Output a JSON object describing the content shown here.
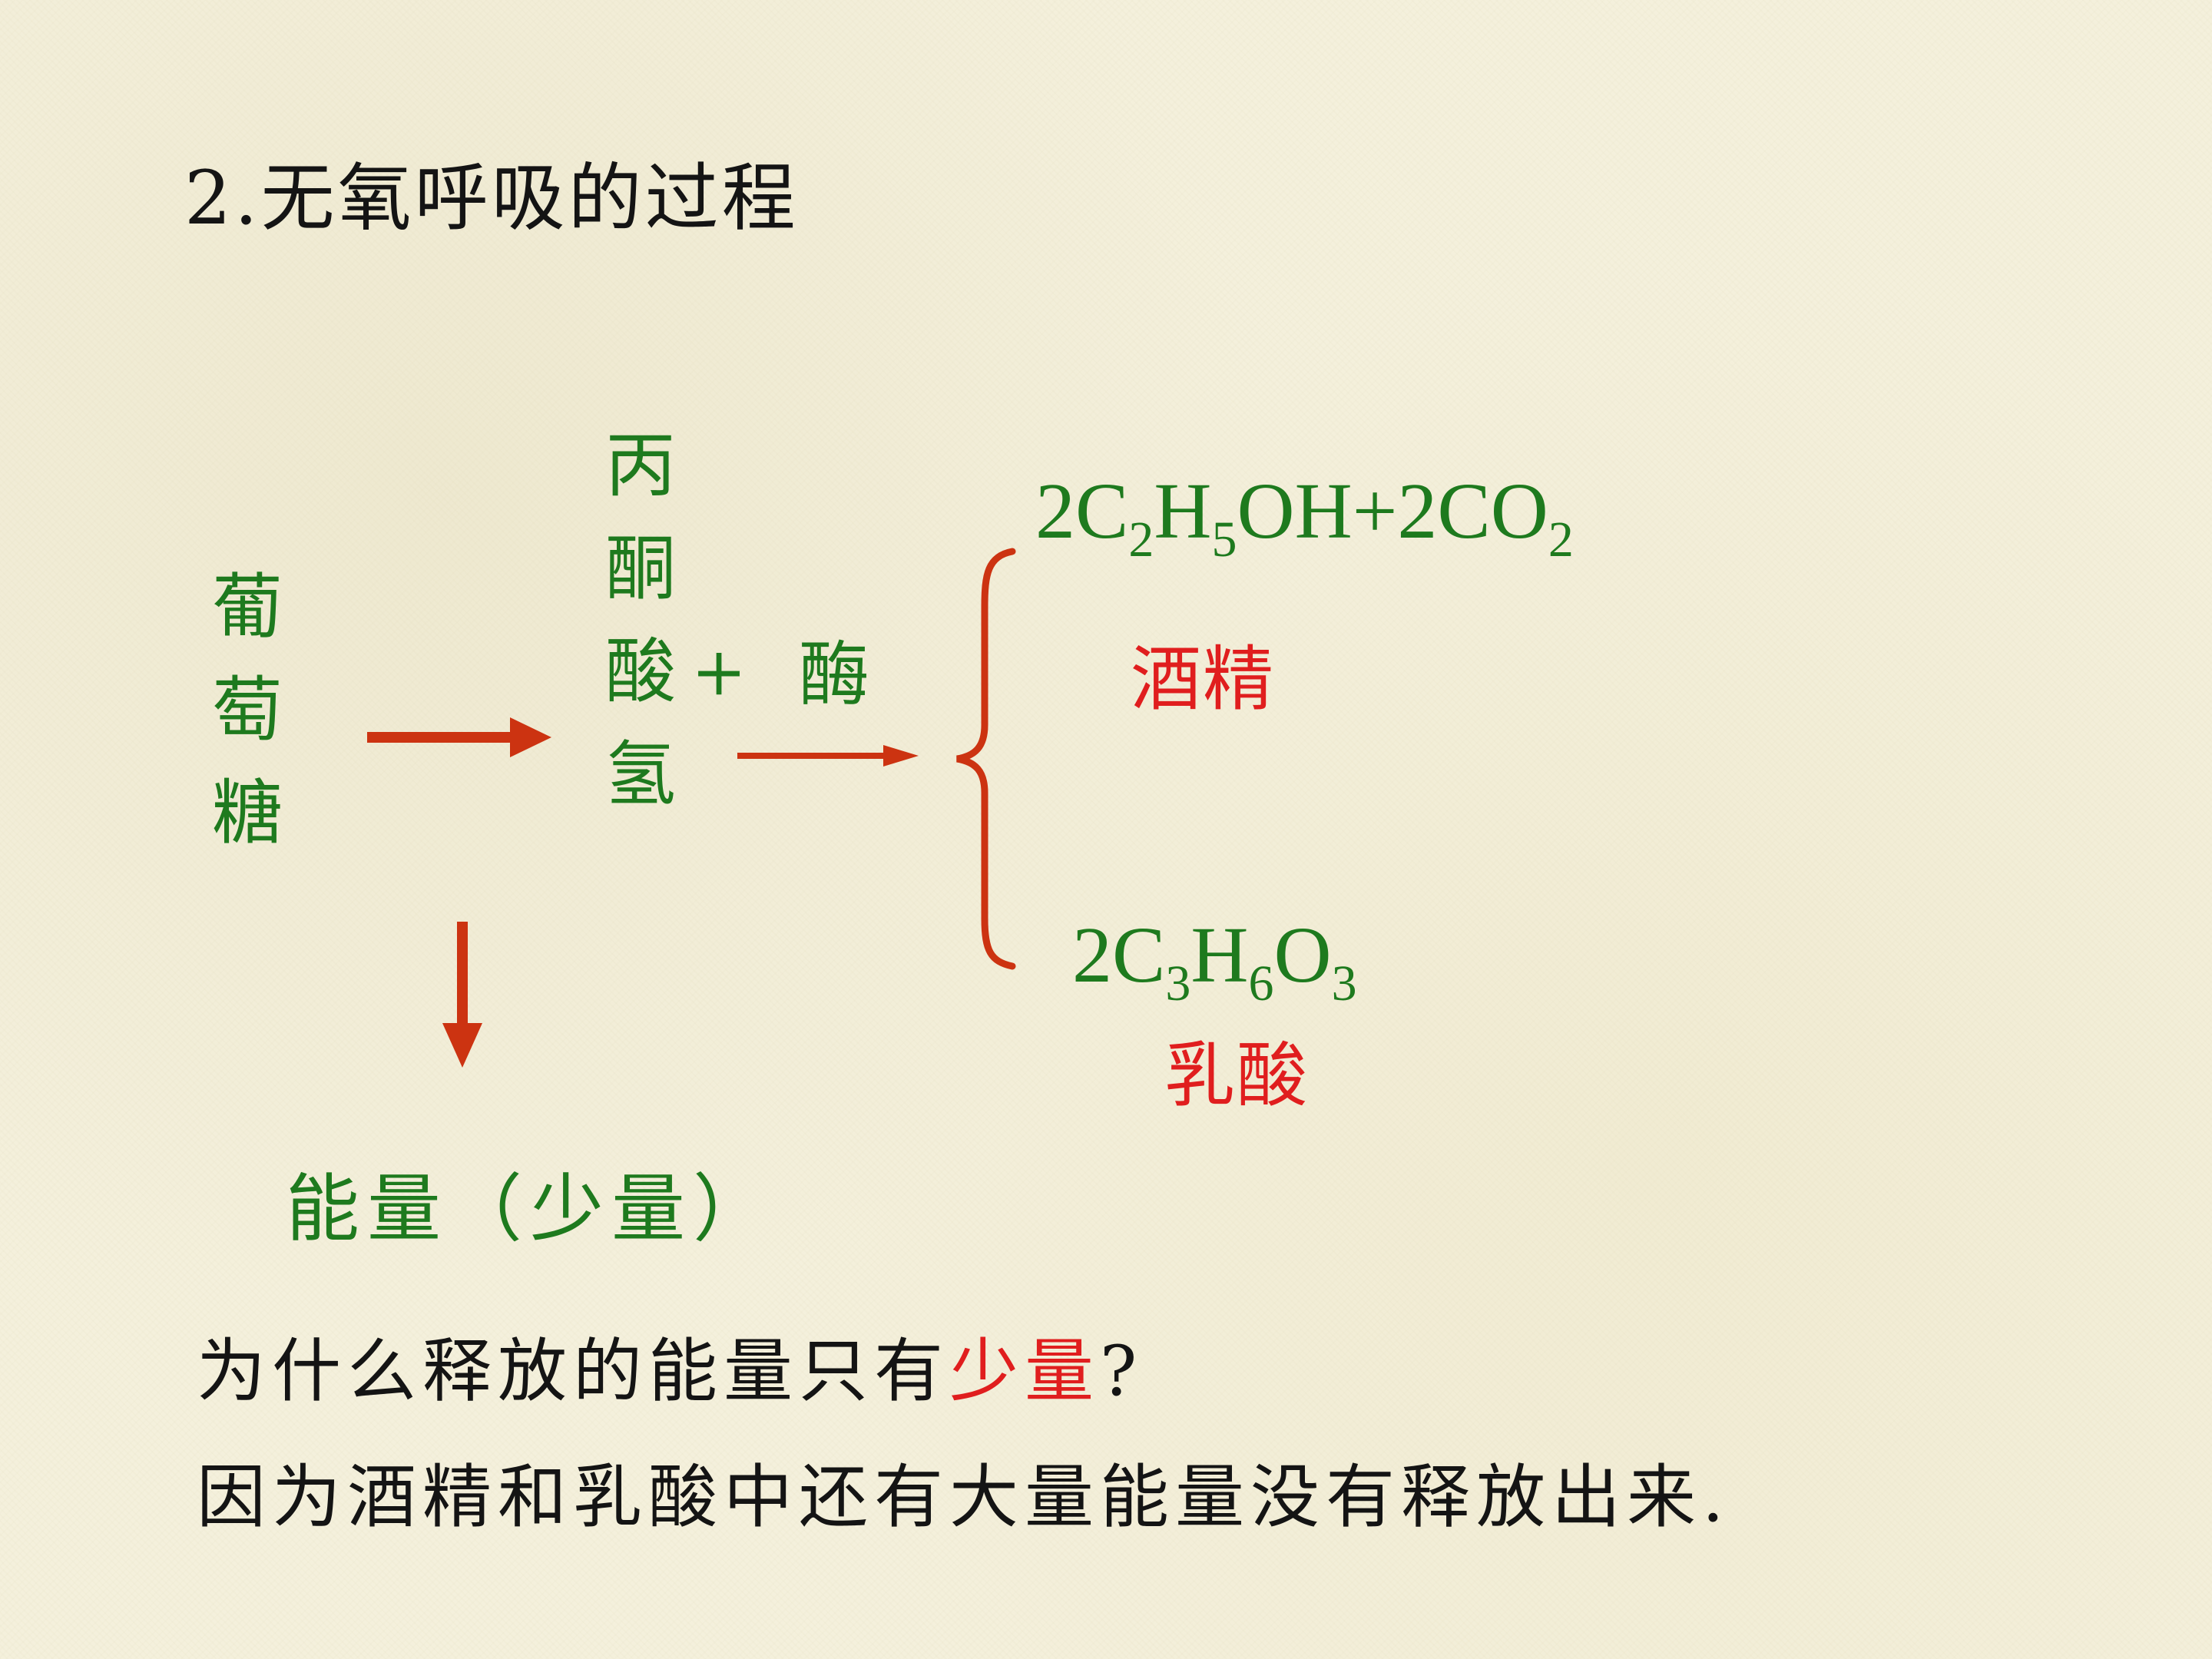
{
  "title": "2.无氧呼吸的过程",
  "glucose": [
    "葡",
    "萄",
    "糖"
  ],
  "pyruvate": [
    "丙",
    "酮",
    "酸",
    "氢"
  ],
  "pyruvate_plus": "+",
  "nadh": "酶",
  "ethanol": {
    "formula": {
      "c1": "2C",
      "s1": "2",
      "c2": "H",
      "s2": "5",
      "c3": "OH+2CO",
      "s3": "2"
    },
    "label": "酒精"
  },
  "lactic": {
    "formula": {
      "c1": "2C",
      "s1": "3",
      "c2": "H",
      "s2": "6",
      "c3": "O",
      "s3": "3"
    },
    "label": "乳酸"
  },
  "energy": "能量（少量）",
  "question": {
    "part1": "为什么释放的能量只有",
    "highlight": "少量",
    "part2": "?"
  },
  "answer": "因为酒精和乳酸中还有大量能量没有释放出来.",
  "colors": {
    "background": "#f4f0dc",
    "green_text": "#1e7a1e",
    "red_text": "#e01e1e",
    "arrow": "#cc3311",
    "black_text": "#141414"
  }
}
